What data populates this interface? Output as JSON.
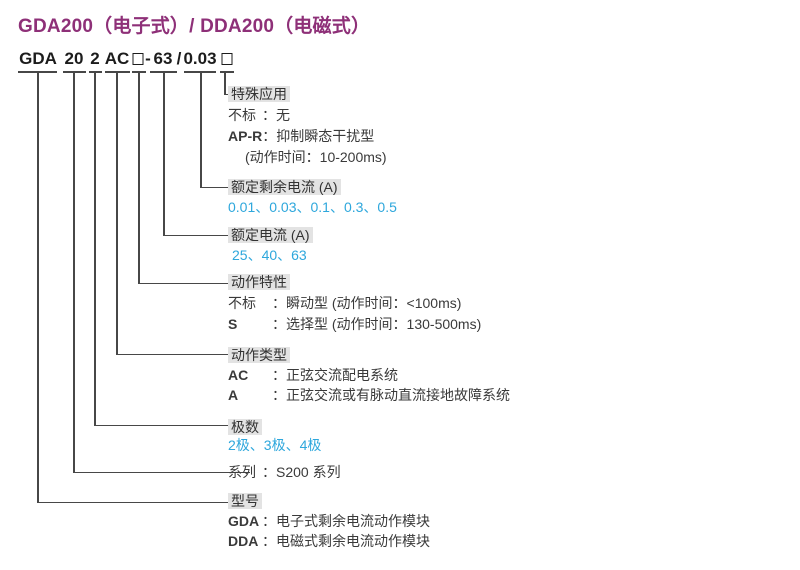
{
  "title": "GDA200（电子式）/ DDA200（电磁式）",
  "code": {
    "model": "GDA",
    "series": "20",
    "poles": "2",
    "type": "AC",
    "char_box": "□",
    "dash": "-",
    "current": "63",
    "slash": "/",
    "residual": "0.03",
    "special_box": "□"
  },
  "sections": {
    "special": {
      "title": "特殊应用",
      "l1_key": "不标",
      "l1_text": "：无",
      "l2_key": "AP-R",
      "l2_text": "：抑制瞬态干扰型",
      "l3_text": "(动作时间：10-200ms)"
    },
    "residual": {
      "title": "额定剩余电流 (A)",
      "values": "0.01、0.03、0.1、0.3、0.5"
    },
    "current": {
      "title": "额定电流 (A)",
      "values": "25、40、63"
    },
    "characteristic": {
      "title": "动作特性",
      "l1_key": "不标",
      "l1_text": "：瞬动型 (动作时间：<100ms)",
      "l2_key": "S",
      "l2_text": "：选择型 (动作时间：130-500ms)"
    },
    "type": {
      "title": "动作类型",
      "l1_key": "AC",
      "l1_text": "：正弦交流配电系统",
      "l2_key": "A",
      "l2_text": "：正弦交流或有脉动直流接地故障系统"
    },
    "poles": {
      "title": "极数",
      "values": "2极、3极、4极"
    },
    "series": {
      "key": "系列",
      "text": "：S200 系列"
    },
    "model": {
      "title": "型号",
      "l1_key": "GDA",
      "l1_text": "：电子式剩余电流动作模块",
      "l2_key": "DDA",
      "l2_text": "：电磁式剩余电流动作模块"
    }
  },
  "colors": {
    "accent_magenta": "#8e3078",
    "value_blue": "#2ea7dc",
    "line": "#474747",
    "header_highlight": "#e3e3e3",
    "text": "#3a3a3a"
  }
}
